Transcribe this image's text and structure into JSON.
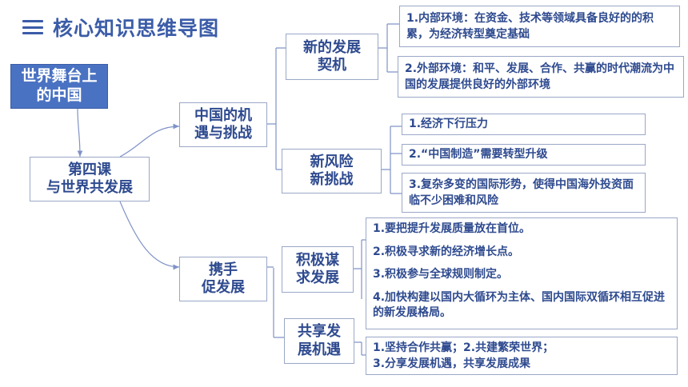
{
  "header": {
    "title": "核心知识思维导图",
    "icon": "menu-icon"
  },
  "nodes": {
    "root": "世界舞台上\n的中国",
    "lesson": "第四课\n与世界共发展",
    "opportunity": "中国的机\n遇与挑战",
    "promote": "携手\n促发展",
    "new_opportunity": "新的发展\n契机",
    "new_challenge": "新风险\n新挑战",
    "seek_dev": "积极谋\n求发展",
    "share_opp": "共享发\n展机遇"
  },
  "leaves": {
    "internal_env": "1.内部环境：在资金、技术等领域具备良好的的积累，为经济转型奠定基础",
    "external_env": "2.外部环境：和平、发展、合作、共赢的时代潮流为中国的发展提供良好的外部环境",
    "challenge_1": "1.经济下行压力",
    "challenge_2": "2.“中国制造”需要转型升级",
    "challenge_3": "3.复杂多变的国际形势，使得中国海外投资面临不少困难和风险",
    "seek_items": [
      "1.要把提升发展质量放在首位。",
      "2.积极寻求新的经济增长点。",
      "3.积极参与全球规则制定。",
      "4.加快构建以国内大循环为主体、国内国际双循环相互促进的新发展格局。"
    ],
    "share_items": [
      "1.坚持合作共赢；2.共建繁荣世界；",
      "3.分享发展机遇，共享发展成果"
    ]
  },
  "colors": {
    "accent": "#3b5ca8",
    "root_fill": "#4a72c2",
    "node_text": "#2e4a8f",
    "border": "#9aa7c7",
    "line": "#7f93c6"
  }
}
